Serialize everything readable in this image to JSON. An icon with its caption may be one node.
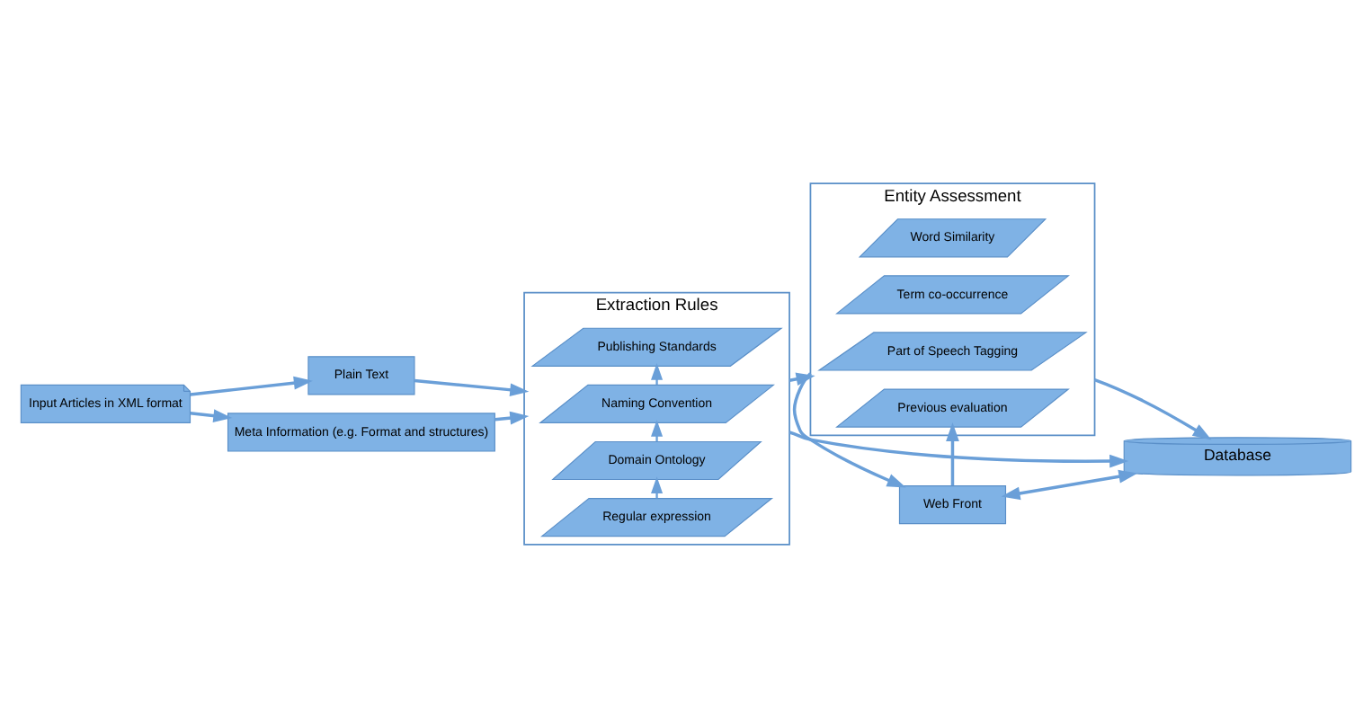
{
  "diagram": {
    "nodes": [
      {
        "text": [
          "Input Articles in XML format"
        ]
      },
      {
        "text": [
          "Plain Text"
        ]
      },
      {
        "text": [
          "Meta Information (e.g. Format and structures)"
        ]
      },
      {
        "text": [
          "Extraction Rules"
        ]
      },
      {
        "text": [
          "Regular expression"
        ],
        "in": 3
      },
      {
        "text": [
          "Domain Ontology"
        ],
        "in": 3
      },
      {
        "text": [
          "Naming Convention"
        ],
        "in": 3
      },
      {
        "text": [
          "Publishing Standards"
        ],
        "in": 3
      },
      {
        "text": [
          "Entity Assessment"
        ]
      },
      {
        "text": [
          "Word Similarity"
        ],
        "in": 8
      },
      {
        "text": [
          "Term co-occurrence"
        ],
        "in": 8
      },
      {
        "text": [
          "Part of Speech Tagging"
        ],
        "in": 8
      },
      {
        "text": [
          "Previous evaluation"
        ],
        "in": 8
      },
      {
        "text": [
          "Web Front"
        ]
      },
      {
        "text": [
          "Database"
        ]
      }
    ],
    "edges": [
      {
        "from": 0,
        "to": 1,
        "arrow": "to"
      },
      {
        "from": 0,
        "to": 2,
        "arrow": "to"
      },
      {
        "from": 1,
        "to": 3,
        "arrow": "to"
      },
      {
        "from": 2,
        "to": 3,
        "arrow": "to"
      },
      {
        "from": 4,
        "to": 5,
        "arrow": "to"
      },
      {
        "from": 5,
        "to": 6,
        "arrow": "to"
      },
      {
        "from": 6,
        "to": 7,
        "arrow": "to"
      },
      {
        "from": 3,
        "to": 8,
        "arrow": "to"
      },
      {
        "from": 8,
        "to": 13,
        "arrow": "to"
      },
      {
        "from": 3,
        "to": 14,
        "arrow": "to"
      },
      {
        "from": 8,
        "to": 14,
        "arrow": "to"
      },
      {
        "from": 13,
        "to": 14,
        "arrow": "both"
      },
      {
        "from": 13,
        "to": 12,
        "arrow": "to"
      }
    ]
  }
}
